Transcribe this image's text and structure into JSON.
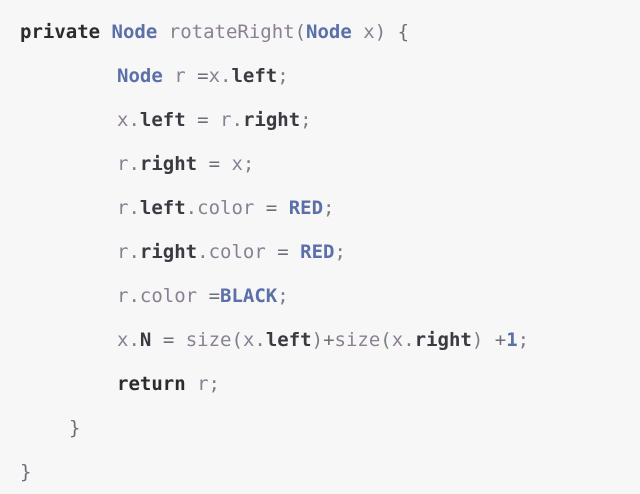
{
  "editor": {
    "background_color": "#f7f7f7",
    "language": "Java",
    "colors": {
      "keyword": "#2b2b2b",
      "type": "#5b6fa8",
      "constant": "#5b6fa8",
      "identifier": "#8a7f93",
      "field": "#3a3a42",
      "punctuation": "#7d7d86",
      "operator": "#6e6e78",
      "number": "#5b6fa8"
    }
  },
  "code": {
    "lines": [
      {
        "indent": 0,
        "tokens": [
          {
            "t": "private",
            "c": "keyword"
          },
          {
            "t": " ",
            "c": "plain"
          },
          {
            "t": "Node",
            "c": "type"
          },
          {
            "t": " ",
            "c": "plain"
          },
          {
            "t": "rotateRight",
            "c": "method"
          },
          {
            "t": "(",
            "c": "punct"
          },
          {
            "t": "Node",
            "c": "type"
          },
          {
            "t": " ",
            "c": "plain"
          },
          {
            "t": "x",
            "c": "ident"
          },
          {
            "t": ")",
            "c": "punct"
          },
          {
            "t": " ",
            "c": "plain"
          },
          {
            "t": "{",
            "c": "brace"
          }
        ]
      },
      {
        "indent": 2,
        "tokens": [
          {
            "t": "Node",
            "c": "type"
          },
          {
            "t": " ",
            "c": "plain"
          },
          {
            "t": "r",
            "c": "ident"
          },
          {
            "t": " ",
            "c": "plain"
          },
          {
            "t": "=",
            "c": "op"
          },
          {
            "t": "x",
            "c": "ident"
          },
          {
            "t": ".",
            "c": "punct"
          },
          {
            "t": "left",
            "c": "field"
          },
          {
            "t": ";",
            "c": "punct"
          }
        ]
      },
      {
        "indent": 2,
        "tokens": [
          {
            "t": "x",
            "c": "ident"
          },
          {
            "t": ".",
            "c": "punct"
          },
          {
            "t": "left",
            "c": "field"
          },
          {
            "t": " ",
            "c": "plain"
          },
          {
            "t": "=",
            "c": "op"
          },
          {
            "t": " ",
            "c": "plain"
          },
          {
            "t": "r",
            "c": "ident"
          },
          {
            "t": ".",
            "c": "punct"
          },
          {
            "t": "right",
            "c": "field"
          },
          {
            "t": ";",
            "c": "punct"
          }
        ]
      },
      {
        "indent": 2,
        "tokens": [
          {
            "t": "r",
            "c": "ident"
          },
          {
            "t": ".",
            "c": "punct"
          },
          {
            "t": "right",
            "c": "field"
          },
          {
            "t": " ",
            "c": "plain"
          },
          {
            "t": "=",
            "c": "op"
          },
          {
            "t": " ",
            "c": "plain"
          },
          {
            "t": "x",
            "c": "ident"
          },
          {
            "t": ";",
            "c": "punct"
          }
        ]
      },
      {
        "indent": 2,
        "tokens": [
          {
            "t": "r",
            "c": "ident"
          },
          {
            "t": ".",
            "c": "punct"
          },
          {
            "t": "left",
            "c": "field"
          },
          {
            "t": ".",
            "c": "punct"
          },
          {
            "t": "color",
            "c": "ident"
          },
          {
            "t": " ",
            "c": "plain"
          },
          {
            "t": "=",
            "c": "op"
          },
          {
            "t": " ",
            "c": "plain"
          },
          {
            "t": "RED",
            "c": "const"
          },
          {
            "t": ";",
            "c": "punct"
          }
        ]
      },
      {
        "indent": 2,
        "tokens": [
          {
            "t": "r",
            "c": "ident"
          },
          {
            "t": ".",
            "c": "punct"
          },
          {
            "t": "right",
            "c": "field"
          },
          {
            "t": ".",
            "c": "punct"
          },
          {
            "t": "color",
            "c": "ident"
          },
          {
            "t": " ",
            "c": "plain"
          },
          {
            "t": "=",
            "c": "op"
          },
          {
            "t": " ",
            "c": "plain"
          },
          {
            "t": "RED",
            "c": "const"
          },
          {
            "t": ";",
            "c": "punct"
          }
        ]
      },
      {
        "indent": 2,
        "tokens": [
          {
            "t": "r",
            "c": "ident"
          },
          {
            "t": ".",
            "c": "punct"
          },
          {
            "t": "color",
            "c": "ident"
          },
          {
            "t": " ",
            "c": "plain"
          },
          {
            "t": "=",
            "c": "op"
          },
          {
            "t": "BLACK",
            "c": "const"
          },
          {
            "t": ";",
            "c": "punct"
          }
        ]
      },
      {
        "indent": 2,
        "tokens": [
          {
            "t": "x",
            "c": "ident"
          },
          {
            "t": ".",
            "c": "punct"
          },
          {
            "t": "N",
            "c": "field"
          },
          {
            "t": " ",
            "c": "plain"
          },
          {
            "t": "=",
            "c": "op"
          },
          {
            "t": " ",
            "c": "plain"
          },
          {
            "t": "size",
            "c": "method"
          },
          {
            "t": "(",
            "c": "punct"
          },
          {
            "t": "x",
            "c": "ident"
          },
          {
            "t": ".",
            "c": "punct"
          },
          {
            "t": "left",
            "c": "field"
          },
          {
            "t": ")",
            "c": "punct"
          },
          {
            "t": "+",
            "c": "op"
          },
          {
            "t": "size",
            "c": "method"
          },
          {
            "t": "(",
            "c": "punct"
          },
          {
            "t": "x",
            "c": "ident"
          },
          {
            "t": ".",
            "c": "punct"
          },
          {
            "t": "right",
            "c": "field"
          },
          {
            "t": ")",
            "c": "punct"
          },
          {
            "t": " ",
            "c": "plain"
          },
          {
            "t": "+",
            "c": "op"
          },
          {
            "t": "1",
            "c": "num"
          },
          {
            "t": ";",
            "c": "punct"
          }
        ]
      },
      {
        "indent": 2,
        "tokens": [
          {
            "t": "return",
            "c": "keyword"
          },
          {
            "t": " ",
            "c": "plain"
          },
          {
            "t": "r",
            "c": "ident"
          },
          {
            "t": ";",
            "c": "punct"
          }
        ]
      },
      {
        "indent": 1,
        "tokens": [
          {
            "t": "}",
            "c": "brace"
          }
        ]
      },
      {
        "indent": 0,
        "tokens": [
          {
            "t": "}",
            "c": "brace"
          }
        ]
      }
    ]
  }
}
